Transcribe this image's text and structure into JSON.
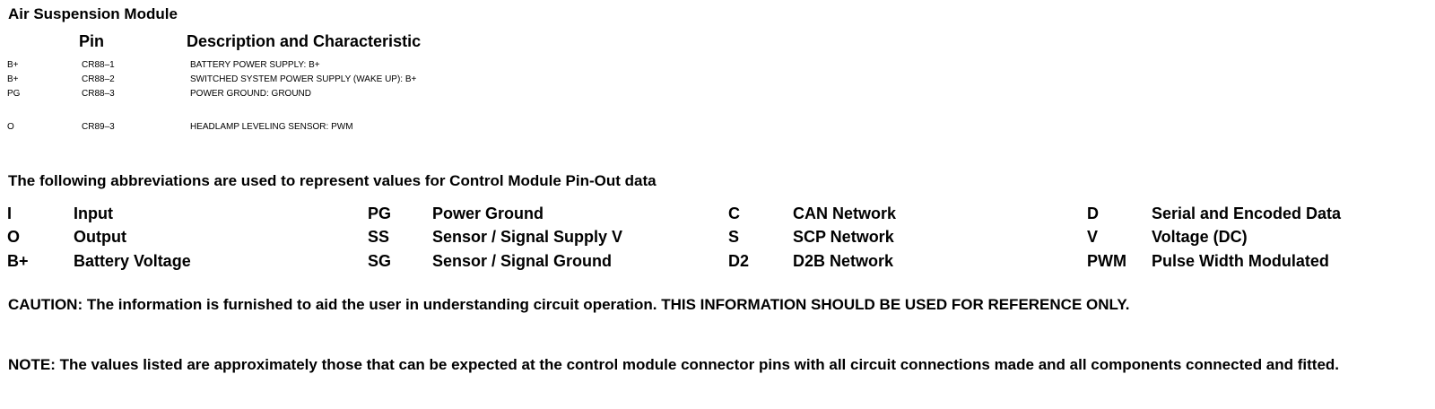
{
  "title": "Air Suspension Module",
  "pin_table": {
    "headers": {
      "pin": "Pin",
      "description": "Description and Characteristic"
    },
    "rows": [
      {
        "code": "B+",
        "pin": "CR88–1",
        "description": "BATTERY POWER SUPPLY: B+"
      },
      {
        "code": "B+",
        "pin": "CR88–2",
        "description": "SWITCHED SYSTEM POWER SUPPLY (WAKE UP): B+"
      },
      {
        "code": "PG",
        "pin": "CR88–3",
        "description": "POWER GROUND: GROUND"
      },
      {
        "code": "O",
        "pin": "CR89–3",
        "description": "HEADLAMP LEVELING SENSOR: PWM"
      }
    ]
  },
  "abbreviations_intro": "The following abbreviations are used to represent values for Control Module Pin-Out data",
  "abbreviations": [
    [
      {
        "code": "I",
        "meaning": "Input"
      },
      {
        "code": "PG",
        "meaning": "Power Ground"
      },
      {
        "code": "C",
        "meaning": "CAN Network"
      },
      {
        "code": "D",
        "meaning": "Serial and Encoded Data"
      }
    ],
    [
      {
        "code": "O",
        "meaning": "Output"
      },
      {
        "code": "SS",
        "meaning": "Sensor / Signal Supply V"
      },
      {
        "code": "S",
        "meaning": "SCP Network"
      },
      {
        "code": "V",
        "meaning": "Voltage (DC)"
      }
    ],
    [
      {
        "code": "B+",
        "meaning": "Battery Voltage"
      },
      {
        "code": "SG",
        "meaning": "Sensor / Signal Ground"
      },
      {
        "code": "D2",
        "meaning": "D2B Network"
      },
      {
        "code": "PWM",
        "meaning": "Pulse Width Modulated"
      }
    ]
  ],
  "caution": "CAUTION: The information is furnished to aid the user in understanding circuit operation. THIS INFORMATION SHOULD BE USED FOR REFERENCE ONLY.",
  "note": "NOTE: The values listed are approximately those that can be expected at the control module connector pins with all circuit connections made and all components connected and fitted."
}
